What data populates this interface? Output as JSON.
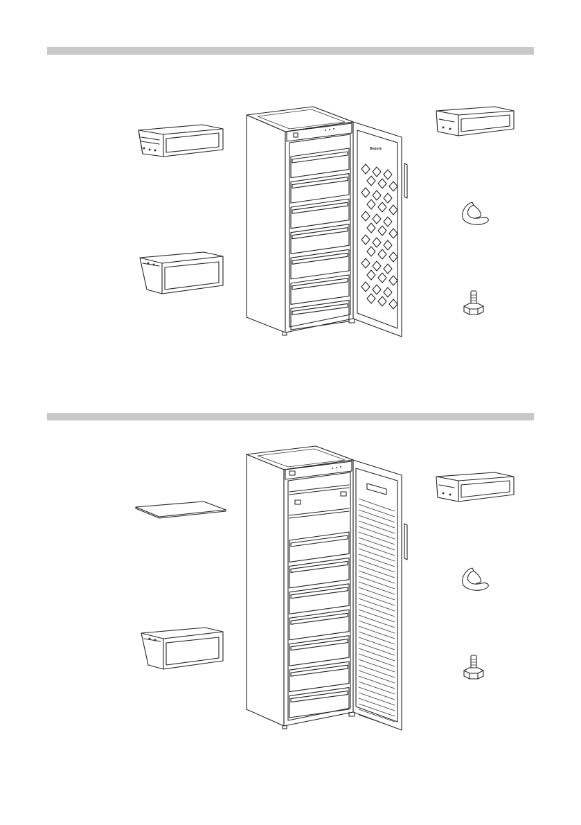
{
  "figures": [
    {
      "name": "freezer-with-patterned-door",
      "brand_text": "Bepure",
      "drawer_count": 7
    },
    {
      "name": "freezer-with-plain-door",
      "drawer_count": 7
    }
  ],
  "colors": {
    "section_bar": "#c8c8c8",
    "line_art": "#222222",
    "background": "#ffffff"
  },
  "icons": [
    "drawer-icon",
    "shelf-icon",
    "ice-scoop-icon",
    "leveling-foot-icon",
    "freezer-icon"
  ]
}
